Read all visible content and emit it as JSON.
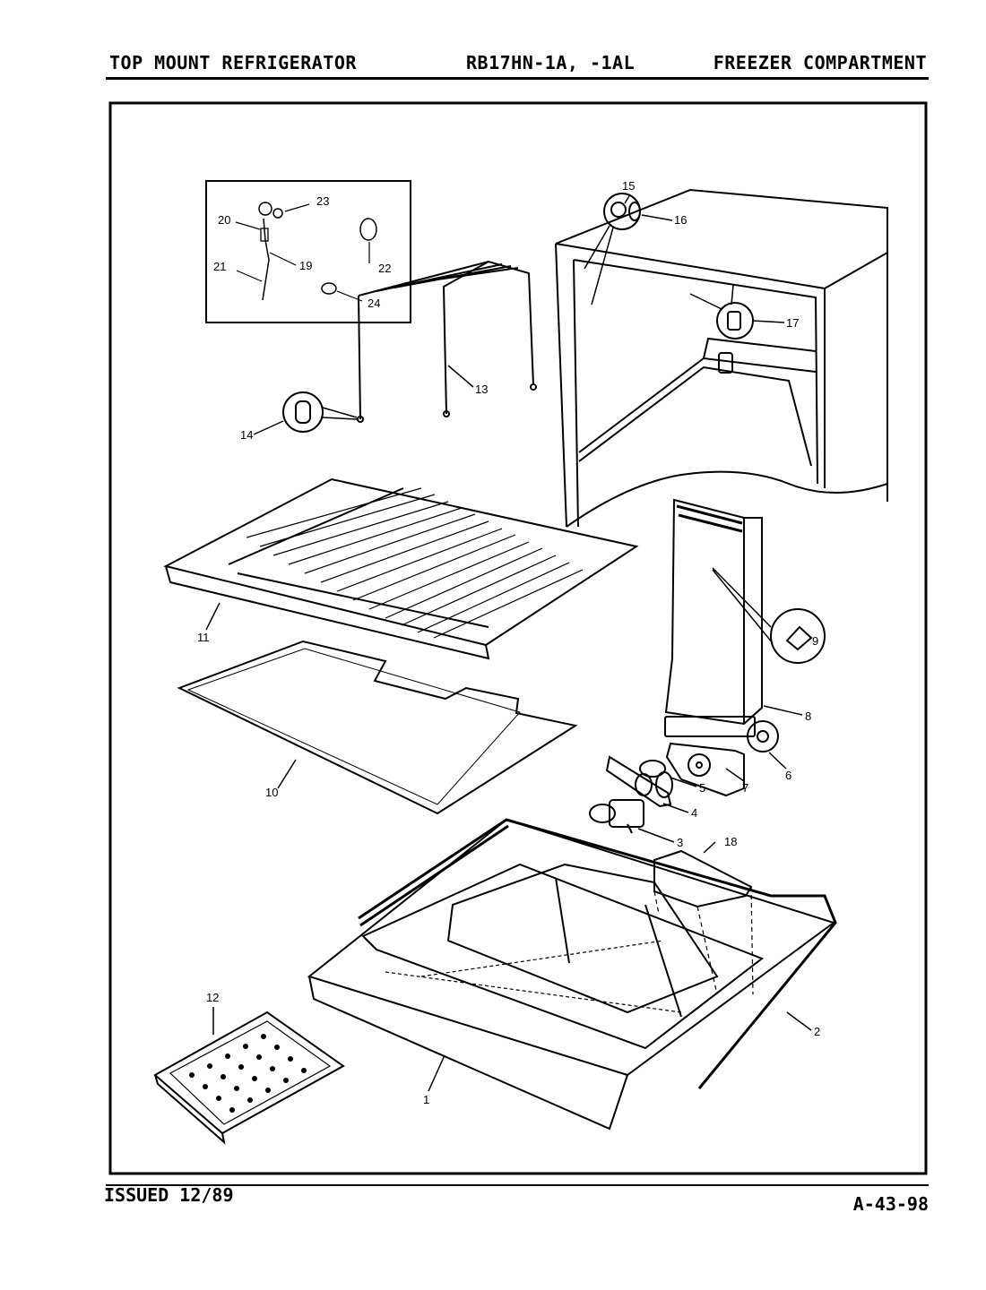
{
  "header": {
    "left": "TOP MOUNT REFRIGERATOR",
    "center": "RB17HN-1A, -1AL",
    "right": "FREEZER COMPARTMENT"
  },
  "footer": {
    "left": "ISSUED 12/89",
    "right": "A-43-98"
  },
  "callouts": [
    "1",
    "2",
    "3",
    "4",
    "5",
    "6",
    "7",
    "8",
    "9",
    "10",
    "11",
    "12",
    "13",
    "14",
    "15",
    "16",
    "17",
    "18",
    "19",
    "20",
    "21",
    "22",
    "23",
    "24"
  ]
}
